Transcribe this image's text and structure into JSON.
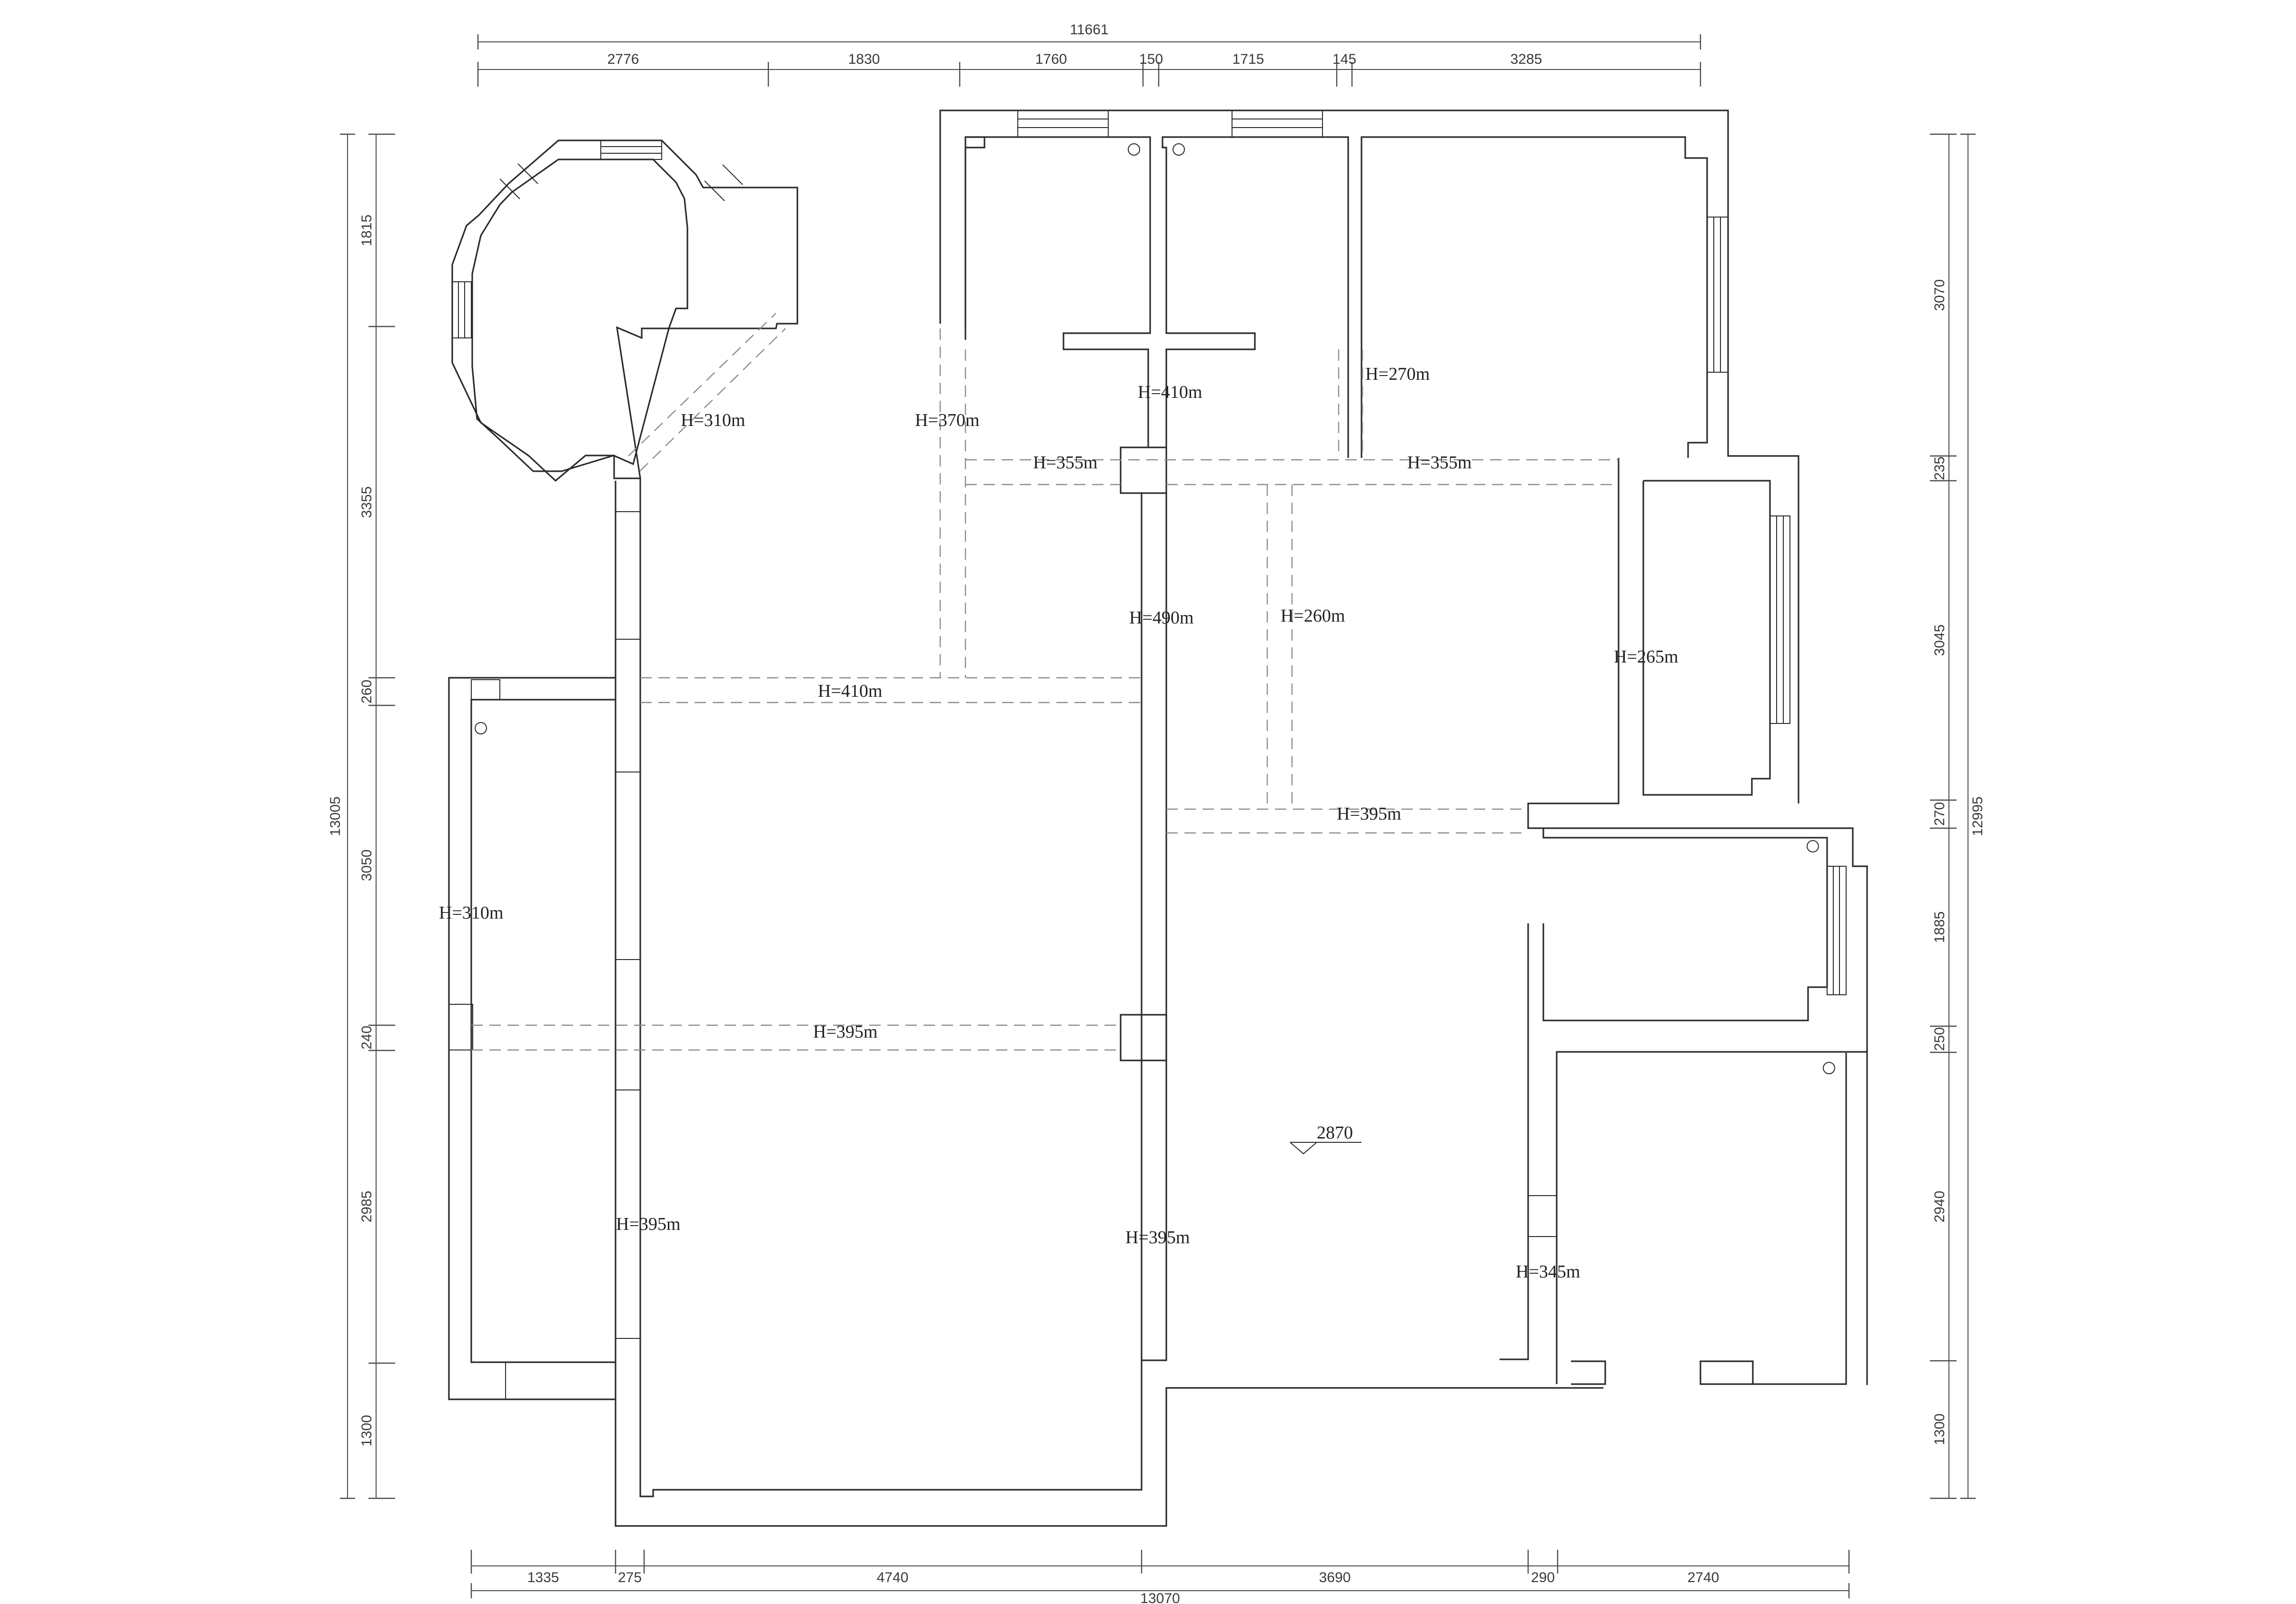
{
  "dimensions": {
    "top_overall": "11661",
    "top": [
      "2776",
      "1830",
      "1760",
      "150",
      "1715",
      "145",
      "3285"
    ],
    "bottom_overall": "13070",
    "bottom": [
      "1335",
      "275",
      "4740",
      "3690",
      "290",
      "2740"
    ],
    "left_overall": "13005",
    "left": [
      "1815",
      "3355",
      "260",
      "3050",
      "240",
      "2985",
      "1300"
    ],
    "right_overall": "12995",
    "right": [
      "3070",
      "235",
      "3045",
      "270",
      "1885",
      "250",
      "2940",
      "1300"
    ]
  },
  "beam_labels": [
    "H=310m",
    "H=370m",
    "H=410m",
    "H=270m",
    "H=355m",
    "H=355m",
    "H=490m",
    "H=260m",
    "H=265m",
    "H=410m",
    "H=395m",
    "H=310m",
    "H=395m",
    "H=395m",
    "H=395m",
    "H=345m"
  ],
  "ceiling_height": "2870"
}
